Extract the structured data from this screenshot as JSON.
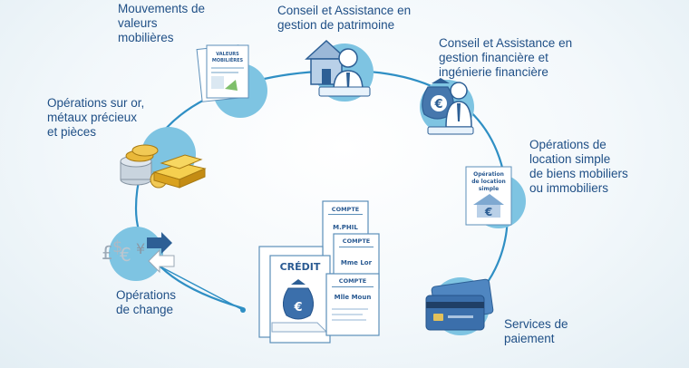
{
  "services": {
    "mouvements": "Mouvements de\nvaleurs\nmobilières",
    "conseil_patrimoine": "Conseil et Assistance en\ngestion de patrimoine",
    "conseil_financiere": "Conseil et Assistance en\ngestion financière et\ningénierie financière",
    "operations_or": "Opérations sur or,\nmétaux précieux\net pièces",
    "location": "Opérations de\nlocation simple\nde biens mobiliers\nou immobiliers",
    "change": "Opérations\nde change",
    "paiement": "Services de\npaiement"
  },
  "documents": {
    "valeurs_line1": "VALEURS",
    "valeurs_line2": "MOBILIÈRES",
    "location_line1": "Opération",
    "location_line2": "de location",
    "location_line3": "simple",
    "credit_title": "CRÉDIT",
    "compte_label": "COMPTE",
    "compte_1": "M.PHIL",
    "compte_2": "Mme Lor",
    "compte_3": "Mlle Moun"
  },
  "colors": {
    "circle": "#7ec4e2",
    "ring": "#2f8fc4",
    "text": "#1f4f86",
    "gold": "#e3a820"
  }
}
